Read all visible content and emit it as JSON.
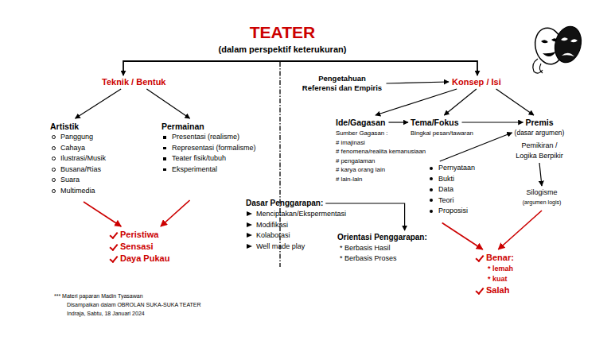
{
  "diagram": {
    "title": "TEATER",
    "nodes": [
      {
        "text": [
          "Teknik / Bentuk"
        ]
      },
      {
        "text": [
          "Pengetahuan Referensi dan Empiris"
        ]
      },
      {
        "text": [
          "Konsep / Isi"
        ]
      },
      {
        "text": [
          "Artistik",
          "Panggung",
          "Cahaya",
          "Ilustrasi/Musik",
          "Busana/Rias",
          "Suara",
          "Multimedia"
        ]
      },
      {
        "text": [
          "Permainan",
          "Presentasi (realisme)",
          "Representasi (formalisme)",
          "Teater fisik/tubuh",
          "Eksperimental"
        ]
      },
      {
        "text": [
          "Ide/Gagasan",
          "Sumber Gagasan :",
          "# imajinasi",
          "# fenomena/realita kemanusiaan",
          "# pengalaman",
          "# karya orang lain",
          "# lain-lain"
        ]
      },
      {
        "text": [
          "Tema/Fokus",
          "Bingkai pesan/tawaran"
        ]
      },
      {
        "text": [
          "Premis",
          "(dasar argumen)",
          "Pemikiran / Logika Berpikir"
        ]
      },
      {
        "text": [
          "Pernyataan",
          "Bukti",
          "Data",
          "Teori",
          "Proposisi"
        ]
      },
      {
        "text": [
          "Silogisme",
          "(argumen logis)"
        ]
      },
      {
        "text": [
          "Dasar Penggarapan:",
          "Menciptakan/Ekspermentasi",
          "Modifikasi",
          "Kolaborasi",
          "Well made play"
        ]
      },
      {
        "text": [
          "Orientasi Penggarapan:",
          "* Berbasis Hasil",
          "* Berbasis Proses"
        ]
      },
      {
        "text": [
          "Peristiwa",
          "Sensasi",
          "Daya Pukau"
        ]
      },
      {
        "text": [
          "Benar:",
          "* lemah",
          "* kuat",
          "Salah"
        ]
      }
    ],
    "edges": [
      {
        "from": 1,
        "to": 2,
        "arrow": "to"
      },
      {
        "from": 0,
        "to": 3,
        "arrow": "to"
      },
      {
        "from": 0,
        "to": 4,
        "arrow": "to"
      },
      {
        "from": 2,
        "to": 5,
        "arrow": "to"
      },
      {
        "from": 2,
        "to": 6,
        "arrow": "to"
      },
      {
        "from": 2,
        "to": 7,
        "arrow": "to"
      },
      {
        "from": 5,
        "to": 6,
        "arrow": "to"
      },
      {
        "from": 6,
        "to": 7,
        "arrow": "to"
      },
      {
        "from": 8,
        "to": 7,
        "arrow": "to"
      },
      {
        "from": 7,
        "to": 9,
        "arrow": "to"
      },
      {
        "from": 10,
        "to": 11,
        "arrow": "to"
      },
      {
        "from": 3,
        "to": 12,
        "arrow": "to"
      },
      {
        "from": 4,
        "to": 12,
        "arrow": "to"
      },
      {
        "from": 8,
        "to": 13,
        "arrow": "to"
      },
      {
        "from": 9,
        "to": 13,
        "arrow": "to"
      }
    ],
    "labels": [
      "(dalam perspektif keterukuran)",
      "*** Materi paparan Madin Tyasawan",
      "Disampaikan dalam OBROLAN SUKA-SUKA TEATER",
      "Indraja, Sabtu, 18 Januari 2024"
    ]
  }
}
